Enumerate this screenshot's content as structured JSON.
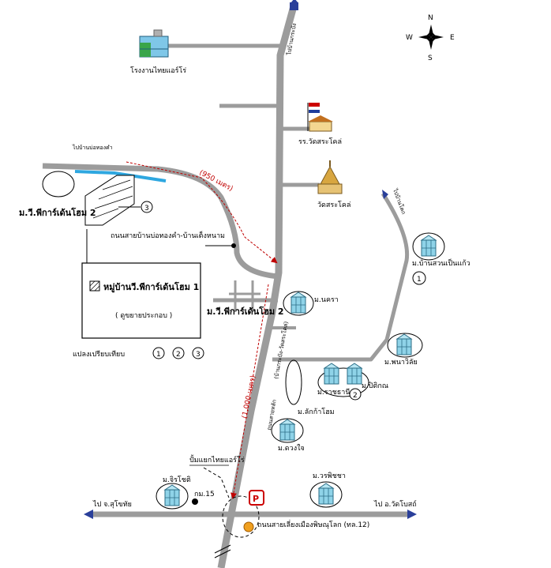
{
  "compass": {
    "n": "N",
    "s": "S",
    "e": "E",
    "w": "W"
  },
  "roads": {
    "north": "ไปบ้านกระบัง",
    "main_vertical": "ถนนสายหลัก",
    "main_vertical_2": "(บ้านกระบัง-วัดสระโคล่)",
    "horizontal_bottom": "ถนนสายเลี่ยงเมืองพิษณุโลก (ทล.12)",
    "to_left": "ไป จ.สุโขทัย",
    "to_right": "ไป อ.วัดโบสถ์",
    "to_northeast": "ไปบ้านโคก",
    "baan_bo": "ไปบ้านบ่อทองคำ",
    "side_road": "ถนนสายบ้านบ่อทองคำ-บ้านเต็งหนาม"
  },
  "distances": {
    "d950": "(950 เมตร)",
    "d1000": "(1,000 เมตร)"
  },
  "places": {
    "factory": "โรงงานไทยแอร์โร่",
    "school": "รร.วัดสระโคล่",
    "temple": "วัดสระโคล่",
    "gas_station": "ปั้มแยกไทยแอร์โร่",
    "km": "กม.15"
  },
  "villages": {
    "phirakarn2": "ม.วี.พีการ์เด้นโฮม 2",
    "phirakarn2_road": "ม.วี.พีการ์เด้นโฮม 2",
    "bansuan": "ม.บ้านสวนเป็นแก้ว",
    "nakhara": "ม.นครา",
    "phanavilai": "ม.พนาวิลัย",
    "rachathani": "ม.ราชธานี",
    "pithanat": "ม.ปิติกณ",
    "lakkaow": "ม.ลักก้าโฮม",
    "duangjai": "ม.ดวงใจ",
    "jirachote": "ม.จิรโชติ",
    "varapicha": "ม.วรพิชชา"
  },
  "legend": {
    "title": "หมู่บ้านวี.พีการ์เด้นโฮม 1",
    "subtitle": "( ดูขยายประกอบ )",
    "plots": "แปลงเปรียบเทียบ",
    "n1": "1",
    "n2": "2",
    "n3": "3"
  },
  "markers": {
    "m1": "1",
    "m2": "2",
    "m3": "3",
    "parking": "P"
  },
  "colors": {
    "road": "#9c9c9c",
    "distance_line": "#c00000",
    "canal": "#2ea7e0",
    "building": "#8fd3e8",
    "arrow_blue": "#2a3f9a"
  }
}
